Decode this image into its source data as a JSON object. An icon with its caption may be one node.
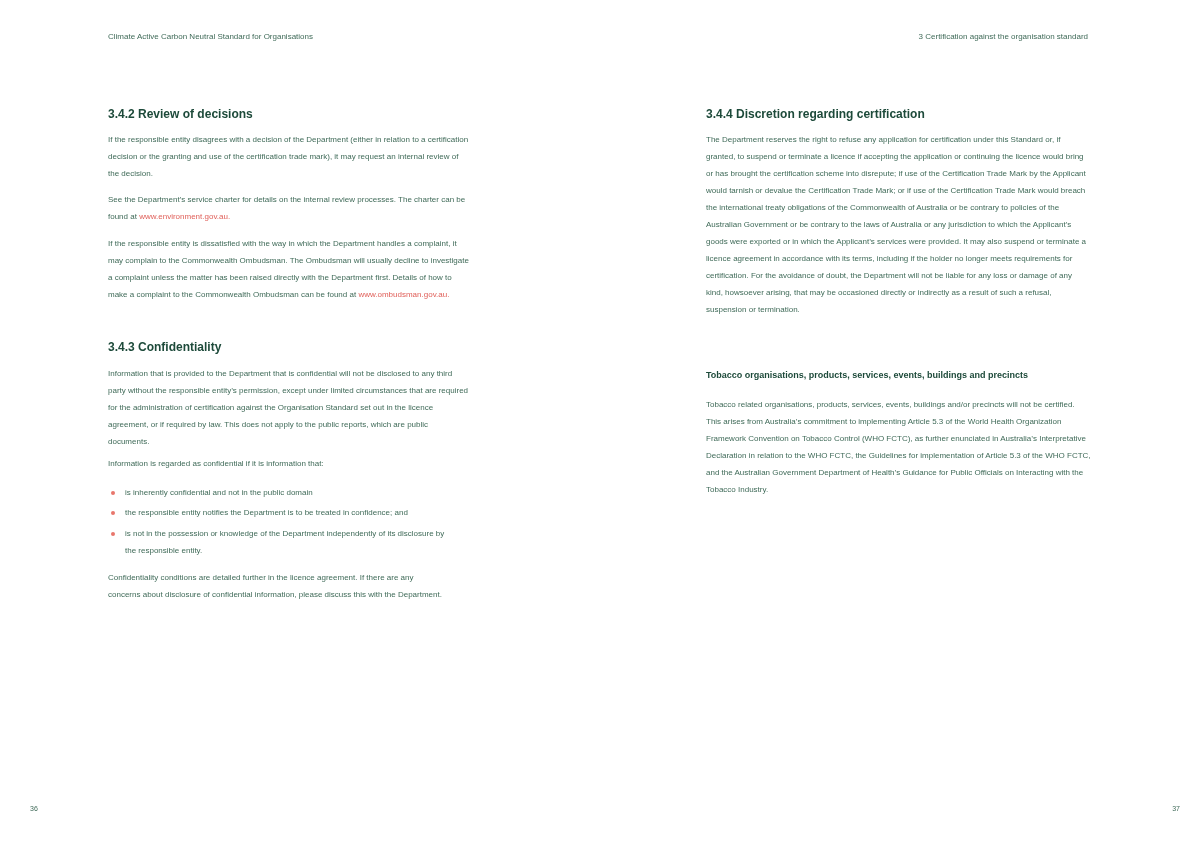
{
  "diagram": {
    "labels": [
      "Climate Active Carbon Neutral Standard for Organisations",
      "3 Certification against the organisation standard",
      "3.4.2 Review of decisions",
      "If the responsible entity disagrees with a decision of the Department (either in relation to a certification decision or the granting and use of the certification trade mark), it may request an internal review of the decision.",
      "See the Department’s service charter for details on the internal review processes. The charter can be found at",
      "www.environment.gov.au.",
      "If the responsible entity is dissatisfied with the way in which the Department handles a complaint, it may complain to the Commonwealth Ombudsman. The Ombudsman will usually decline to investigate a complaint unless the matter has been raised directly with the Department first. Details of how to make a complaint to the Commonwealth Ombudsman can be found at",
      "www.ombudsman.gov.au.",
      "3.4.3 Confidentiality",
      "Information that is provided to the Department that is confidential will not be disclosed to any third party without the responsible entity’s permission, except under limited circumstances that are required for the administration of certification against the Organisation Standard set out in the licence agreement, or if required by law. This does not apply to the public reports, which are public documents.",
      "Information is regarded as confidential if it is information that:",
      "is inherently confidential and not in the public domain",
      "the responsible entity notifies the Department is to be treated in confidence; and",
      "is not in the possession or knowledge of the Department independently of its disclosure by the responsible entity.",
      "Confidentiality conditions are detailed further in the licence agreement. If there are any concerns about disclosure of confidential information, please discuss this with the Department.",
      "3.4.4 Discretion regarding certification",
      "The Department reserves the right to refuse any application for certification under this Standard or, if granted, to suspend or terminate a licence if accepting the application or continuing the licence would bring or has brought the certification scheme into disrepute; if use of the Certification Trade Mark by the Applicant would tarnish or devalue the Certification Trade Mark; or if use of the Certification Trade Mark would breach the international treaty obligations of the Commonwealth of Australia or be contrary to policies of the Australian Government or be contrary to the laws of Australia or any jurisdiction to which the Applicant’s goods were exported or in which the Applicant’s services were provided. It may also suspend or terminate a licence agreement in accordance with its terms, including if the holder no longer meets requirements for certification. For the avoidance of doubt, the Department will not be liable for any loss or damage of any kind, howsoever arising, that may be occasioned directly or indirectly as a result of such a refusal, suspension or termination.",
      "Tobacco organisations, products, services, events, buildings and precincts",
      "Tobacco related organisations, products, services, events, buildings and/or precincts will not be certified. This arises from Australia’s commitment to implementing Article 5.3 of the World Health Organization Framework Convention on Tobacco Control (WHO FCTC), as further enunciated in Australia’s Interpretative Declaration in relation to the WHO FCTC, the Guidelines for implementation of Article 5.3 of the WHO FCTC, and the Australian Government Department of Health’s Guidance for Public Officials on Interacting with the Tobacco Industry.",
      "36",
      "37"
    ]
  }
}
